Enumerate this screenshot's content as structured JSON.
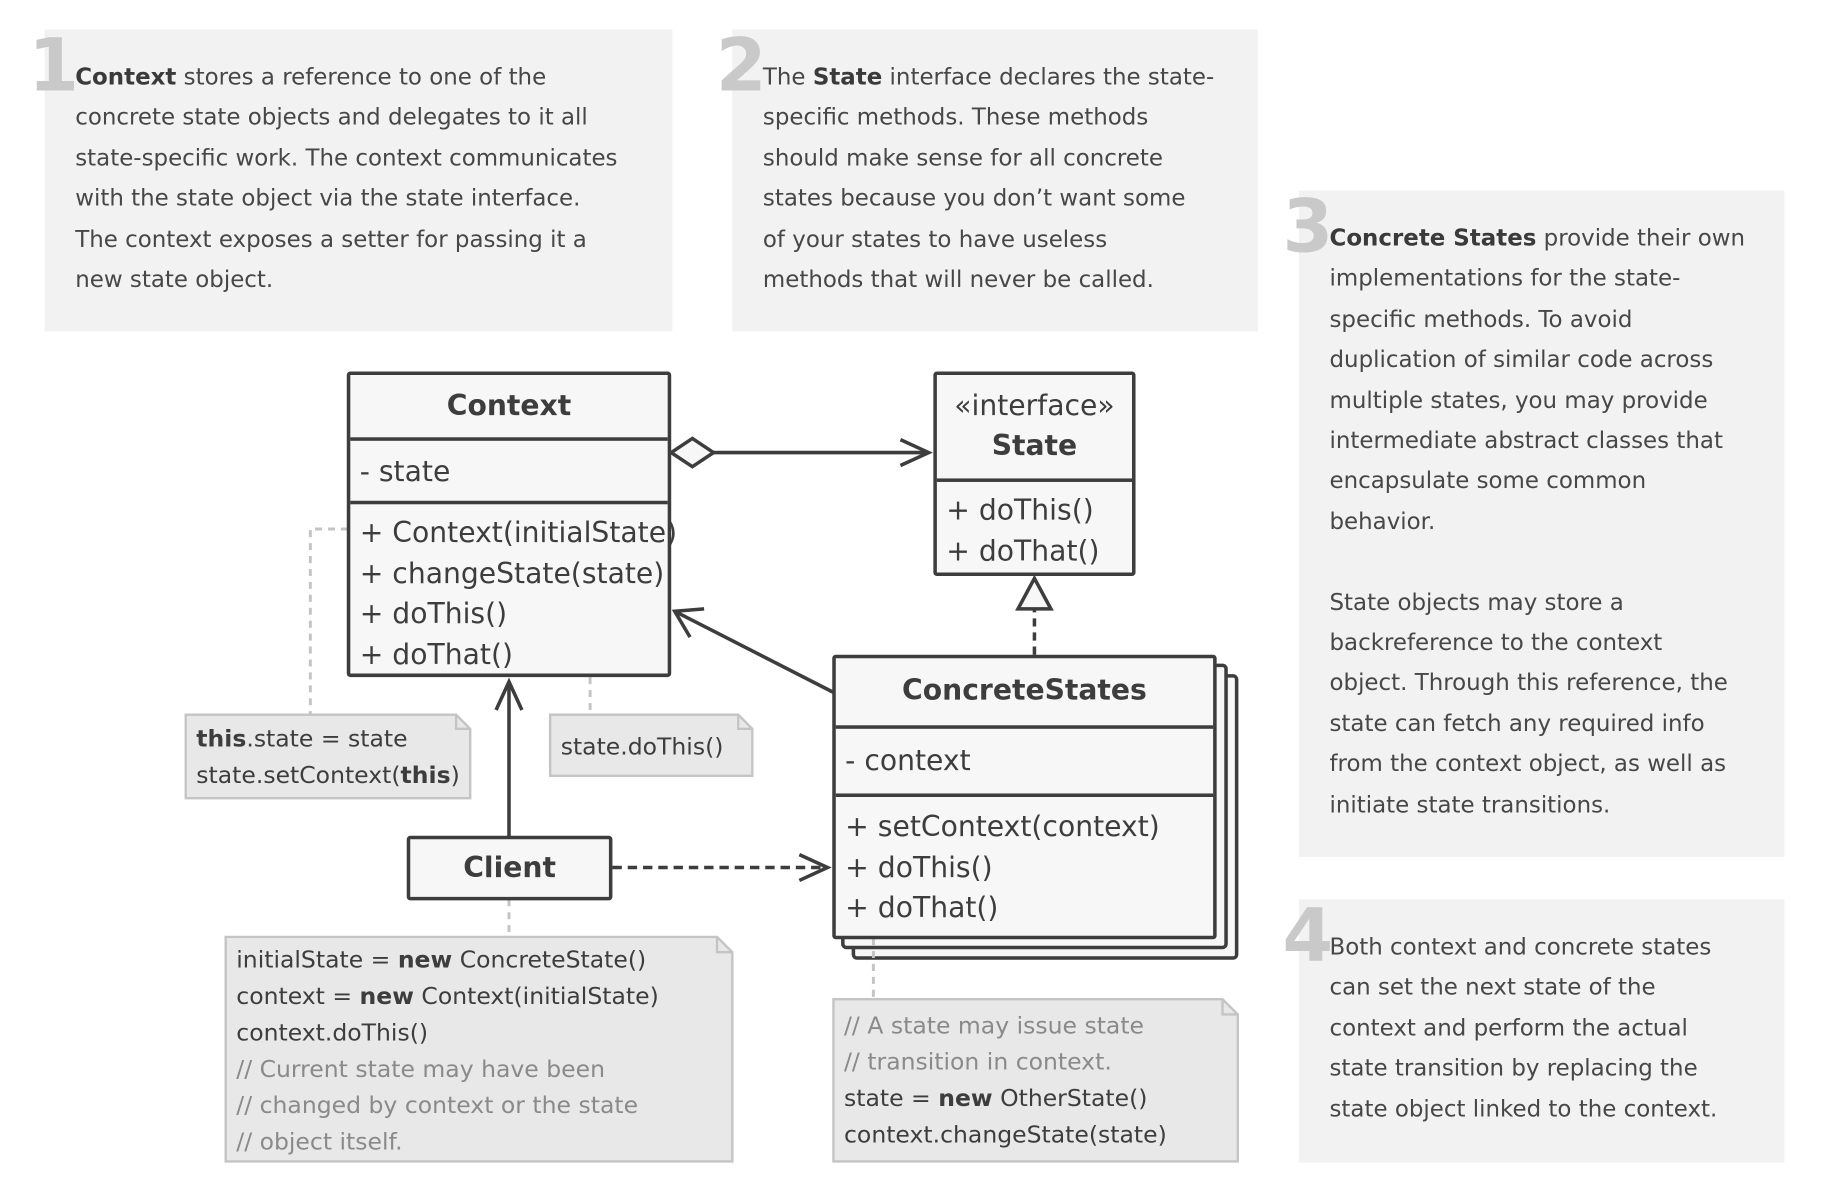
{
  "callouts": [
    {
      "number": "1",
      "lines": [
        {
          "bold": "Context",
          "rest": " stores a reference to one of the"
        },
        {
          "bold": "",
          "rest": "concrete state objects and delegates to it all"
        },
        {
          "bold": "",
          "rest": "state-specific work. The context communicates"
        },
        {
          "bold": "",
          "rest": "with the state object via the state interface."
        },
        {
          "bold": "",
          "rest": "The context exposes a setter for passing it a"
        },
        {
          "bold": "",
          "rest": "new state object."
        }
      ]
    },
    {
      "number": "2",
      "lines": [
        {
          "pre": "The ",
          "bold": "State",
          "rest": " interface declares the state-"
        },
        {
          "pre": "",
          "bold": "",
          "rest": "specific methods. These methods"
        },
        {
          "pre": "",
          "bold": "",
          "rest": "should make sense for all concrete"
        },
        {
          "pre": "",
          "bold": "",
          "rest": "states because you don’t want some"
        },
        {
          "pre": "",
          "bold": "",
          "rest": "of your states to have useless"
        },
        {
          "pre": "",
          "bold": "",
          "rest": "methods that will never be called."
        }
      ]
    },
    {
      "number": "3",
      "lines": [
        {
          "bold": "Concrete States",
          "rest": " provide their own"
        },
        {
          "bold": "",
          "rest": "implementations for the state-"
        },
        {
          "bold": "",
          "rest": "specific methods. To avoid"
        },
        {
          "bold": "",
          "rest": "duplication of similar code across"
        },
        {
          "bold": "",
          "rest": "multiple states, you may provide"
        },
        {
          "bold": "",
          "rest": "intermediate abstract classes that"
        },
        {
          "bold": "",
          "rest": "encapsulate some common"
        },
        {
          "bold": "",
          "rest": "behavior."
        },
        {
          "bold": "",
          "rest": " "
        },
        {
          "bold": "",
          "rest": "State objects may store a"
        },
        {
          "bold": "",
          "rest": "backreference to the context"
        },
        {
          "bold": "",
          "rest": "object. Through this reference, the"
        },
        {
          "bold": "",
          "rest": "state can fetch any required info"
        },
        {
          "bold": "",
          "rest": "from the context object, as well as"
        },
        {
          "bold": "",
          "rest": "initiate state transitions."
        }
      ]
    },
    {
      "number": "4",
      "lines": [
        {
          "bold": "",
          "rest": "Both context and concrete states"
        },
        {
          "bold": "",
          "rest": "can set the next state of the"
        },
        {
          "bold": "",
          "rest": "context and perform the actual"
        },
        {
          "bold": "",
          "rest": "state transition by replacing the"
        },
        {
          "bold": "",
          "rest": "state object linked to the context."
        }
      ]
    }
  ],
  "classes": {
    "context": {
      "title": "Context",
      "fields": [
        "- state"
      ],
      "methods": [
        "+ Context(initialState)",
        "+ changeState(state)",
        "+ doThis()",
        "+ doThat()"
      ]
    },
    "state": {
      "stereotype": "«interface»",
      "title": "State",
      "methods": [
        "+ doThis()",
        "+ doThat()"
      ]
    },
    "concrete": {
      "title": "ConcreteStates",
      "fields": [
        "- context"
      ],
      "methods": [
        "+ setContext(context)",
        "+ doThis()",
        "+ doThat()"
      ]
    },
    "client": {
      "title": "Client"
    }
  },
  "notes": {
    "setter": [
      {
        "b": "this",
        "t": ".state = state"
      },
      {
        "pre": "state.setContext(",
        "b": "this",
        "t": ")"
      }
    ],
    "delegate": [
      "state.doThis()"
    ],
    "client": {
      "code": [
        {
          "pre": "initialState = ",
          "b": "new",
          "t": " ConcreteState()"
        },
        {
          "pre": "context = ",
          "b": "new",
          "t": " Context(initialState)"
        },
        {
          "pre": "context.doThis()",
          "b": "",
          "t": ""
        }
      ],
      "comments": [
        "// Current state may have been",
        "// changed by context or the state",
        "// object itself."
      ]
    },
    "concrete": {
      "comments": [
        "// A state may issue state",
        "// transition in context."
      ],
      "code": [
        {
          "pre": "state = ",
          "b": "new",
          "t": " OtherState()"
        },
        {
          "pre": "context.changeState(state)",
          "b": "",
          "t": ""
        }
      ]
    }
  },
  "colors": {
    "callout_bg": "#f2f2f2",
    "number": "#c9c9c9",
    "stroke": "#3d3d3d",
    "note_bg": "#e8e8e8",
    "comment": "#8a8a8a"
  }
}
